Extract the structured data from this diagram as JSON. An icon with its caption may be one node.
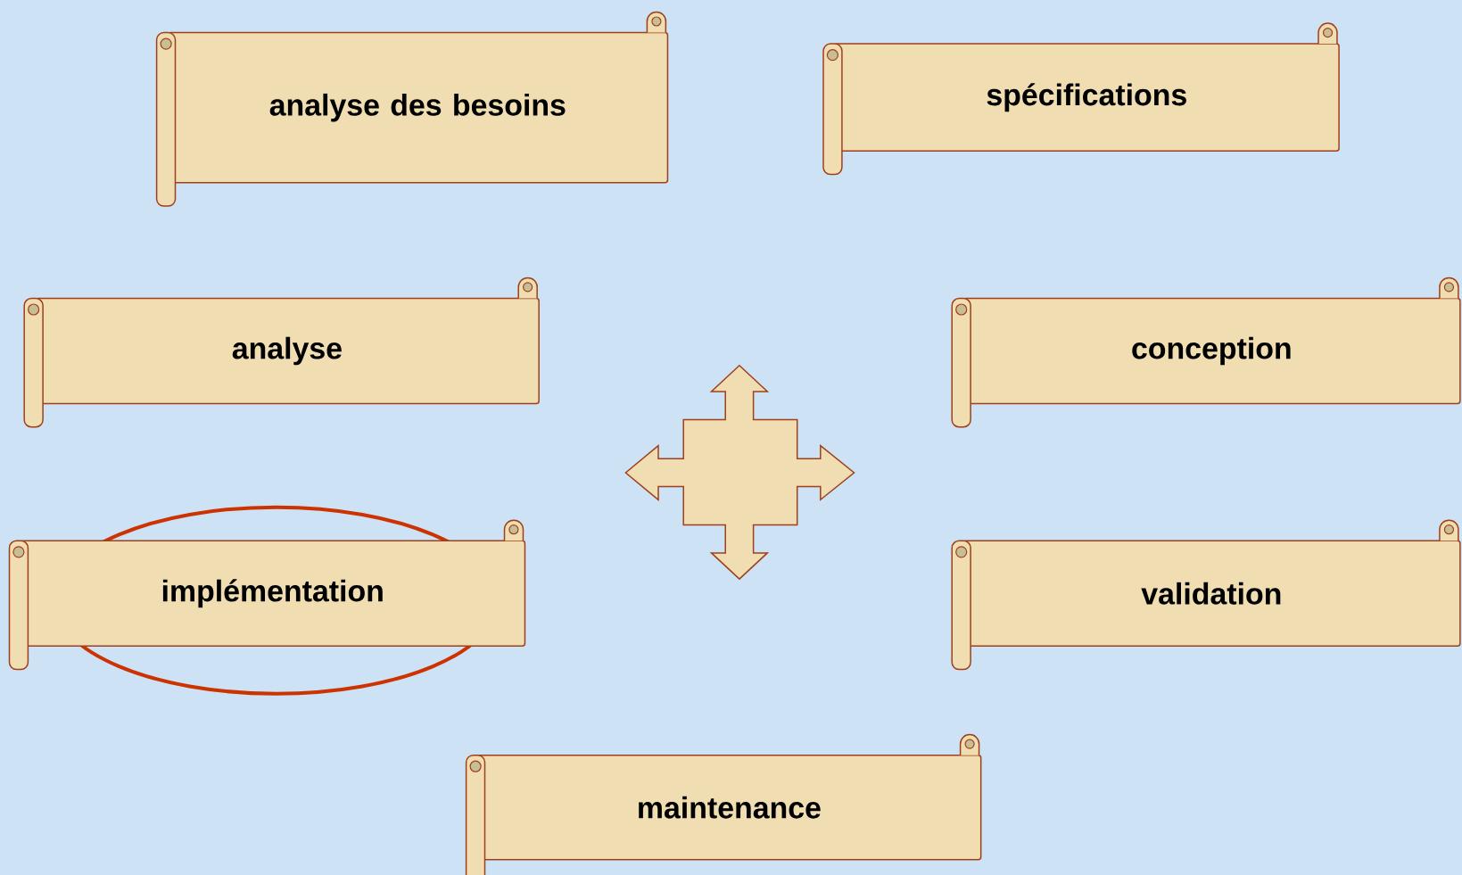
{
  "diagram": {
    "nodes": [
      {
        "text": [
          "analyse des besoins"
        ]
      },
      {
        "text": [
          "spécifications"
        ]
      },
      {
        "text": [
          "analyse"
        ]
      },
      {
        "text": [
          "conception"
        ]
      },
      {
        "text": [
          "implémentation"
        ]
      },
      {
        "text": [
          "validation"
        ]
      },
      {
        "text": [
          "maintenance"
        ]
      }
    ]
  }
}
